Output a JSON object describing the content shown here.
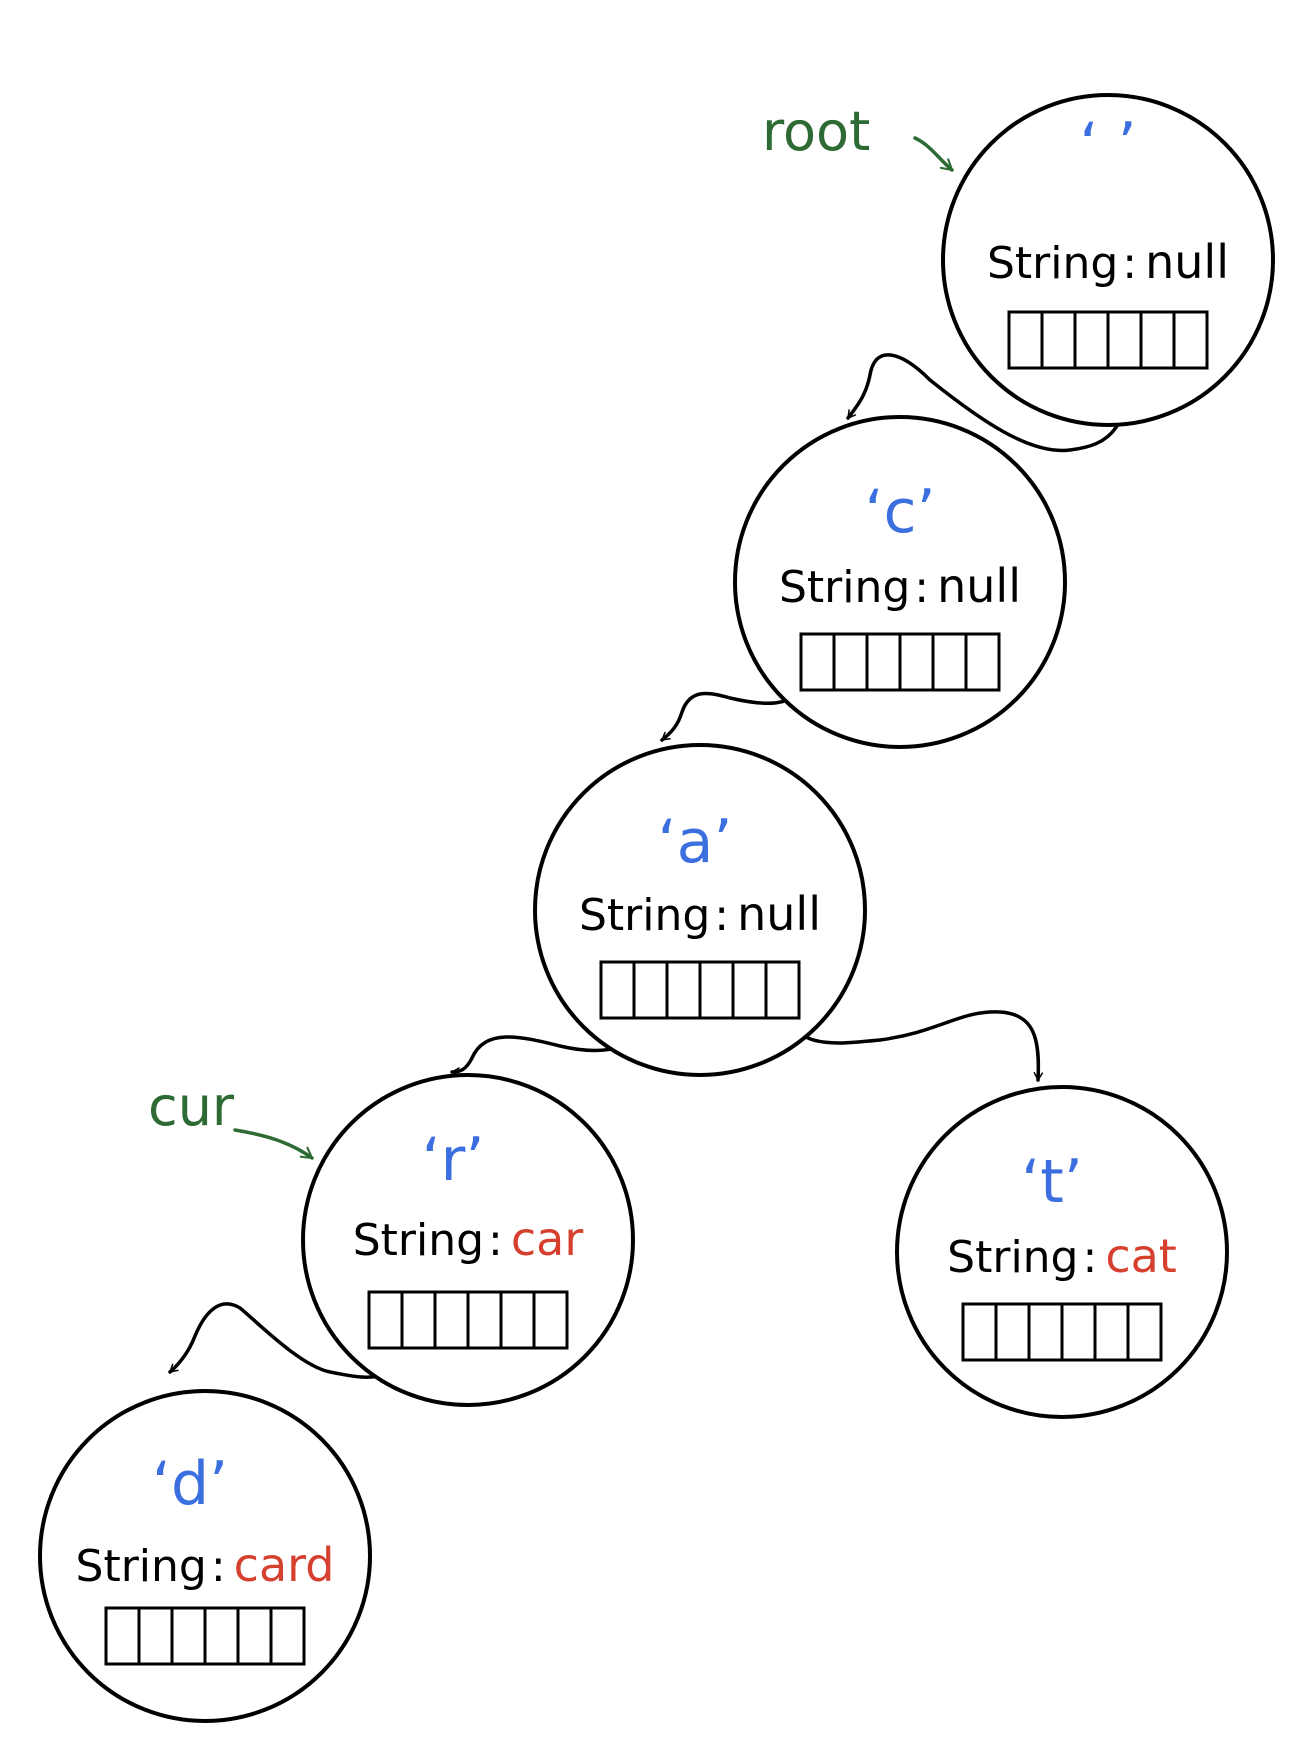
{
  "colors": {
    "char": "#3b6fe0",
    "value_word": "#d6402e",
    "value_null": "#000000",
    "pointer": "#2e6b34",
    "stroke": "#000000"
  },
  "nodes": [
    {
      "id": "root-node",
      "char": "‘ ’",
      "string_label": "String",
      "value": "null",
      "value_is_word": false
    },
    {
      "id": "c-node",
      "char": "‘c’",
      "string_label": "String",
      "value": "null",
      "value_is_word": false
    },
    {
      "id": "a-node",
      "char": "‘a’",
      "string_label": "String",
      "value": "null",
      "value_is_word": false
    },
    {
      "id": "r-node",
      "char": "‘r’",
      "string_label": "String",
      "value": "car",
      "value_is_word": true
    },
    {
      "id": "t-node",
      "char": "‘t’",
      "string_label": "String",
      "value": "cat",
      "value_is_word": true
    },
    {
      "id": "d-node",
      "char": "‘d’",
      "string_label": "String",
      "value": "card",
      "value_is_word": true
    }
  ],
  "pointers": [
    {
      "label": "root",
      "target": "root-node"
    },
    {
      "label": "cur",
      "target": "r-node"
    }
  ]
}
